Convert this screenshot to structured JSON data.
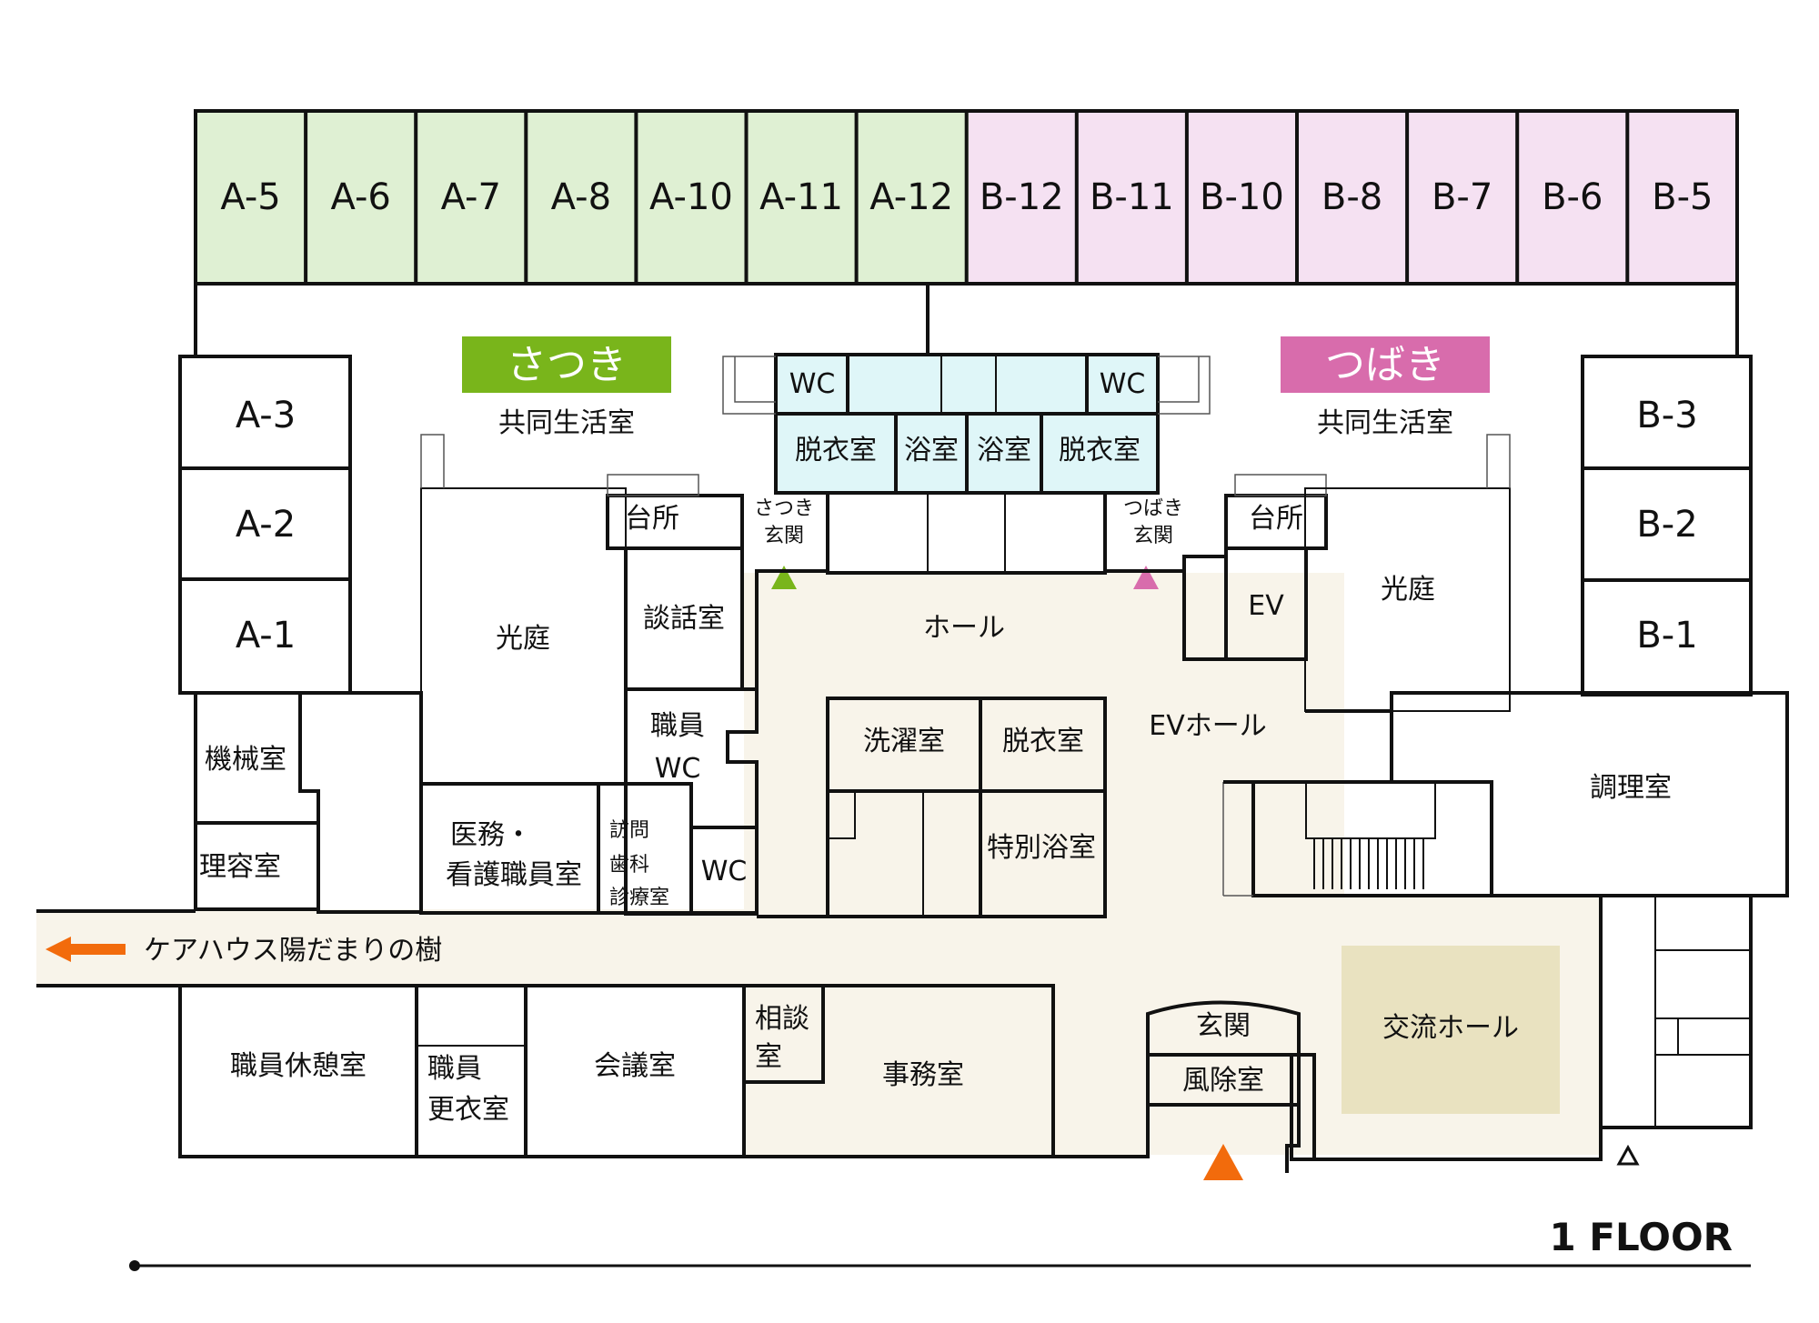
{
  "colors": {
    "unit_a": "#dff0d3",
    "unit_b": "#f5e1f2",
    "satsuki": "#79b51b",
    "tsubaki": "#d86cac",
    "ev": "#f26b0c",
    "wet": "#dff6f8",
    "hall": "#f8f4ea",
    "exchange": "#e9e2c0",
    "entrance_arrow": "#f26b0c",
    "satsuki_arrow": "#79b51b",
    "tsubaki_arrow": "#d86cac"
  },
  "rooms_a_top": [
    "A-5",
    "A-6",
    "A-7",
    "A-8",
    "A-10",
    "A-11",
    "A-12"
  ],
  "rooms_b_top": [
    "B-12",
    "B-11",
    "B-10",
    "B-8",
    "B-7",
    "B-6",
    "B-5"
  ],
  "rooms_a_side": [
    "A-3",
    "A-2",
    "A-1"
  ],
  "rooms_b_side": [
    "B-3",
    "B-2",
    "B-1"
  ],
  "units": {
    "satsuki": {
      "name": "さつき",
      "living": "共同生活室",
      "kitchen": "台所",
      "entry": [
        "さつき",
        "玄関"
      ]
    },
    "tsubaki": {
      "name": "つばき",
      "living": "共同生活室",
      "kitchen": "台所",
      "entry": [
        "つばき",
        "玄関"
      ]
    }
  },
  "bath": {
    "wc_left": "WC",
    "wc_right": "WC",
    "dress_left": "脱衣室",
    "bath_left": "浴室",
    "bath_right": "浴室",
    "dress_right": "脱衣室"
  },
  "rooms": {
    "courtyard_left": "光庭",
    "courtyard_right": "光庭",
    "lounge": "談話室",
    "staff_wc": [
      "職員",
      "WC"
    ],
    "machine": "機械室",
    "barber": "理容室",
    "medical": [
      "医務・",
      "看護職員室"
    ],
    "dental": [
      "訪問",
      "歯科",
      "診療室"
    ],
    "wc": "WC",
    "hall": "ホール",
    "laundry": "洗濯室",
    "dressing": "脱衣室",
    "special_bath": "特別浴室",
    "ev": "EV",
    "ev_hall": "EVホール",
    "kitchen_main": "調理室",
    "corridor": "ケアハウス陽だまりの樹",
    "staff_rest": "職員休憩室",
    "staff_locker": [
      "職員",
      "更衣室"
    ],
    "meeting": "会議室",
    "consult": [
      "相談",
      "室"
    ],
    "office": "事務室",
    "entrance": "玄関",
    "windbreak": "風除室",
    "exchange_hall": "交流ホール"
  },
  "floor_label": "1 FLOOR"
}
